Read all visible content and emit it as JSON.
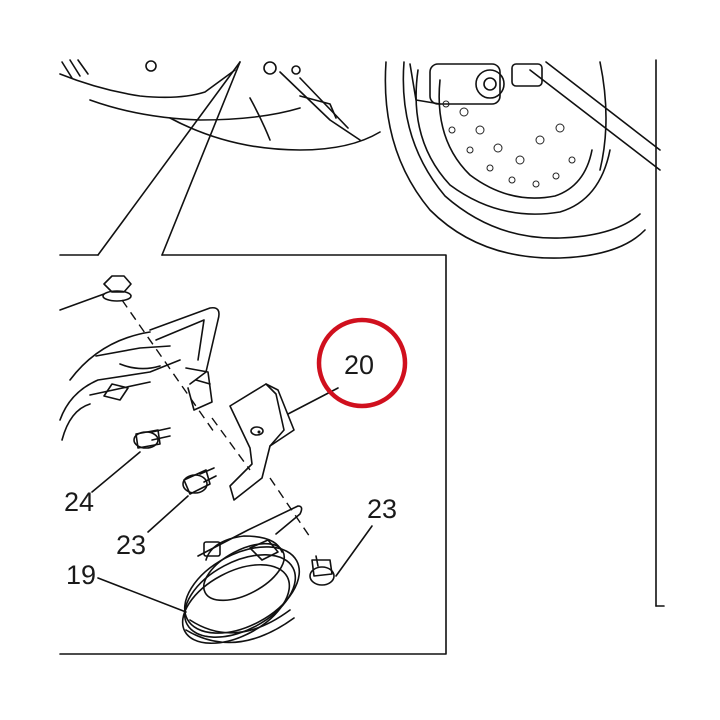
{
  "diagram": {
    "callouts": [
      {
        "id": "part-20",
        "label": "20"
      },
      {
        "id": "part-24",
        "label": "24"
      },
      {
        "id": "part-23-left",
        "label": "23"
      },
      {
        "id": "part-23-right",
        "label": "23"
      },
      {
        "id": "part-19",
        "label": "19"
      }
    ],
    "highlight": {
      "target": "20",
      "color": "#d0101e"
    }
  }
}
